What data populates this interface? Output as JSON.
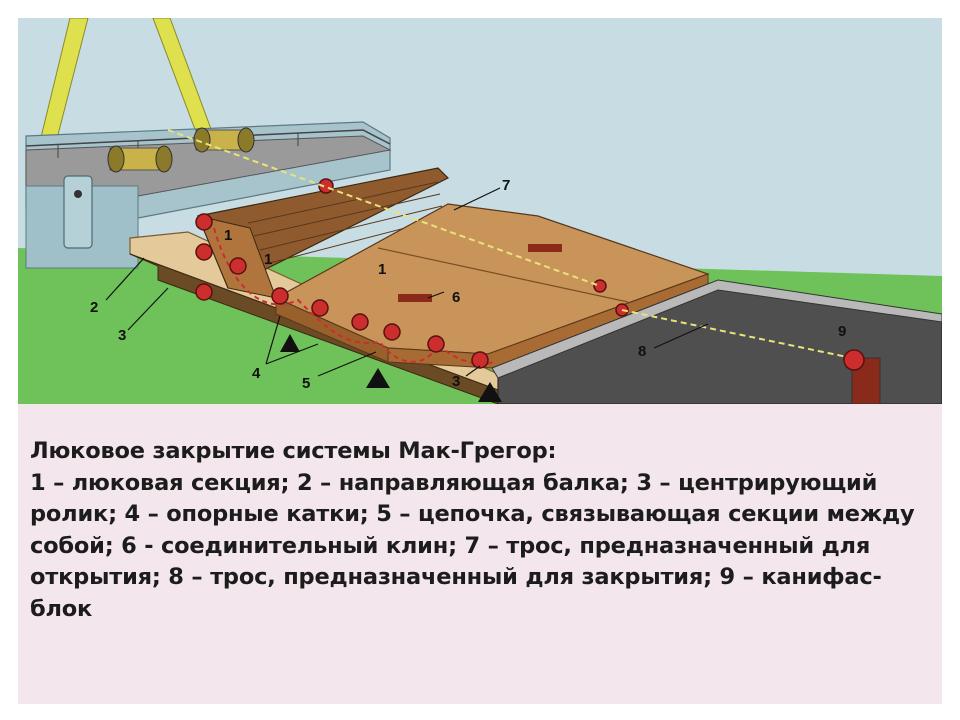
{
  "figure": {
    "labels": {
      "l1a": "1",
      "l1b": "1",
      "l1c": "1",
      "l2": "2",
      "l3a": "3",
      "l3b": "3",
      "l4": "4",
      "l5": "5",
      "l6": "6",
      "l7": "7",
      "l8": "8",
      "l9": "9"
    }
  },
  "caption": {
    "title": "Люковое закрытие системы Мак-Грегор:",
    "body": "1 – люковая секция; 2 – направляющая балка; 3 – центрирующий ролик; 4 – опорные катки; 5 – цепочка, связывающая секции между собой; 6 - соединительный клин; 7 – трос, предназначенный для открытия; 8 – трос, предназначенный для закрытия; 9 – канифас-блок"
  },
  "colors": {
    "sky": "#c7dde3",
    "deck_green": "#6fc25a",
    "panel_wood": "#c9945a",
    "panel_dark": "#8f5a2e",
    "rail_beige": "#e4c99a",
    "roller_red": "#cc2e2e",
    "cable_yellow": "#e8e37a",
    "hold_dark": "#4f4f4f",
    "caption_bg": "#f3e6ec"
  }
}
